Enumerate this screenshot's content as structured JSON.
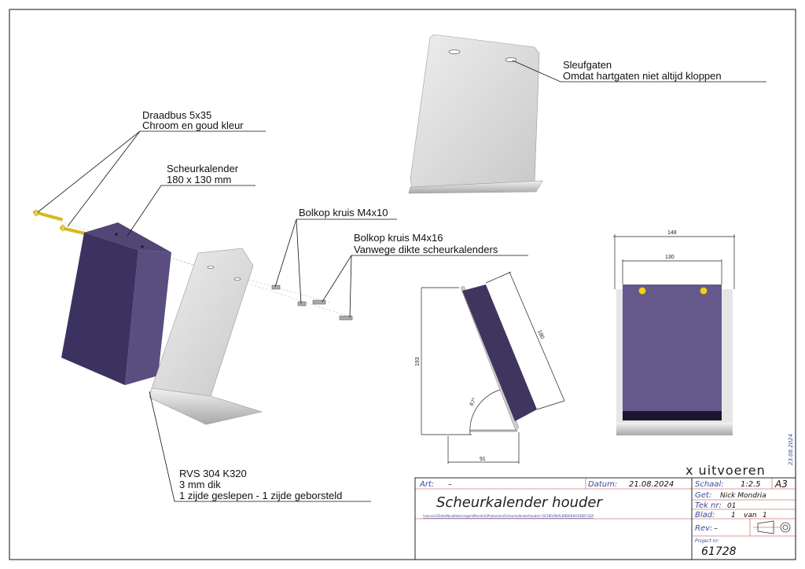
{
  "annotations": {
    "draadbus": {
      "line1": "Draadbus 5x35",
      "line2": "Chroom en goud kleur"
    },
    "scheurkalender": {
      "line1": "Scheurkalender",
      "line2": "180 x 130 mm"
    },
    "bolkop_m4x10": {
      "line1": "Bolkop kruis M4x10"
    },
    "bolkop_m4x16": {
      "line1": "Bolkop kruis M4x16",
      "line2": "Vanwege dikte scheurkalenders"
    },
    "sleufgaten": {
      "line1": "Sleufgaten",
      "line2": "Omdat hartgaten niet altijd kloppen"
    },
    "material": {
      "line1": "RVS 304 K320",
      "line2": "3 mm dik",
      "line3": "1 zijde geslepen - 1 zijde geborsteld"
    }
  },
  "dimensions": {
    "side_height": "193",
    "side_length": "180",
    "side_base": "91",
    "side_angle": "67°",
    "front_outer_width": "148",
    "front_inner_width": "130"
  },
  "quantity_note": "x uitvoeren",
  "side_date": "23.08.2024",
  "title_block": {
    "art_label": "Art:",
    "art_value": "–",
    "datum_label": "Datum:",
    "datum_value": "21.08.2024",
    "title": "Scheurkalender houder",
    "file_path": "\\\\server1\\Data\\Ncadtekeningen\\Mondria\\Producten\\Scheurkalenderhouder\\.\\SCHEURKALENDERHOUDER.SZA",
    "schaal_label": "Schaal:",
    "schaal_value": "1:2.5",
    "format": "A3",
    "get_label": "Get:",
    "get_value": "Nick Mondria",
    "tek_label": "Tek nr:",
    "tek_value": "01",
    "blad_label": "Blad:",
    "blad_value": "1",
    "blad_of": "van",
    "blad_total": "1",
    "rev_label": "Rev:",
    "rev_value": "–",
    "project_label": "Project nr:",
    "project_value": "61728"
  },
  "colors": {
    "calendar": "#3f355f",
    "calendar_front": "#65588a",
    "steel": "#d9d9d9",
    "brass": "#e0c020",
    "label_blue": "#3a4a9a",
    "grid_red": "#d07a7a"
  }
}
